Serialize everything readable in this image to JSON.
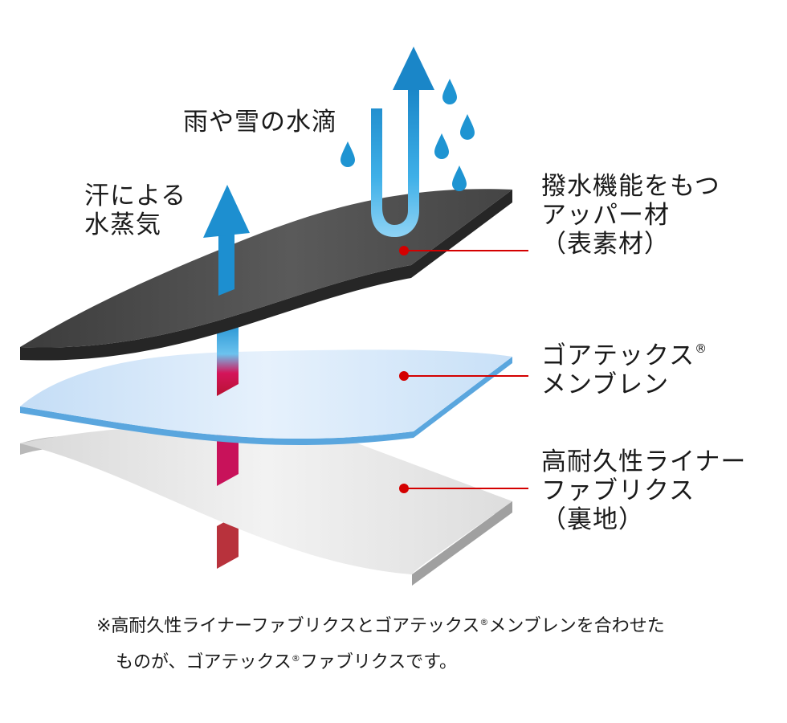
{
  "labels": {
    "rain": "雨や雪の水滴",
    "vapor": [
      "汗による",
      "水蒸気"
    ],
    "outer": [
      "撥水機能をもつ",
      "アッパー材",
      "（表素材）"
    ],
    "membrane": [
      "ゴアテックス",
      "メンブレン"
    ],
    "membrane_mark": "®",
    "liner": [
      "高耐久性ライナー",
      "ファブリクス",
      "（裏地）"
    ]
  },
  "footnote": {
    "line1_a": "※高耐久性ライナーファブリクスとゴアテックス",
    "line1_mark": "®",
    "line1_b": "メンブレンを合わせた",
    "line2_a": "ものが、ゴアテックス",
    "line2_mark": "®",
    "line2_b": "ファブリクスです。"
  },
  "colors": {
    "outer_layer": "#4a4a4a",
    "membrane_layer": "#cfe4f8",
    "liner_layer": "#e6e6e6",
    "water_blue": "#1e94d2",
    "vapor_magenta": "#d4145a",
    "leader_red": "#d40000"
  },
  "icons": [
    "water-drop-icon",
    "up-arrow-icon",
    "u-turn-arrow-icon"
  ]
}
